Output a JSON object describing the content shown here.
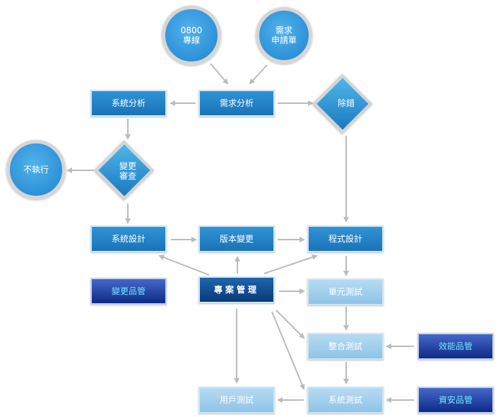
{
  "colors": {
    "arrow": "#bbbbbb",
    "box_blue": "#1a73b6",
    "box_light": "#9fcdee",
    "box_navy": "#0e2a86"
  },
  "nodes": {
    "hotline": "0800\n專線",
    "request_form": "需求\n申請單",
    "system_analysis": "系統分析",
    "requirement_analysis": "需求分析",
    "debug": "除錯",
    "not_execute": "不執行",
    "change_review": "變更\n審查",
    "system_design": "系統設計",
    "version_change": "版本變更",
    "program_design": "程式設計",
    "change_qa": "變更品管",
    "project_management": "專案管理",
    "unit_test": "單元測試",
    "integration_test": "整合測試",
    "performance_qa": "效能品管",
    "user_test": "用戶測試",
    "system_test": "系統測試",
    "security_qa": "資安品管"
  }
}
